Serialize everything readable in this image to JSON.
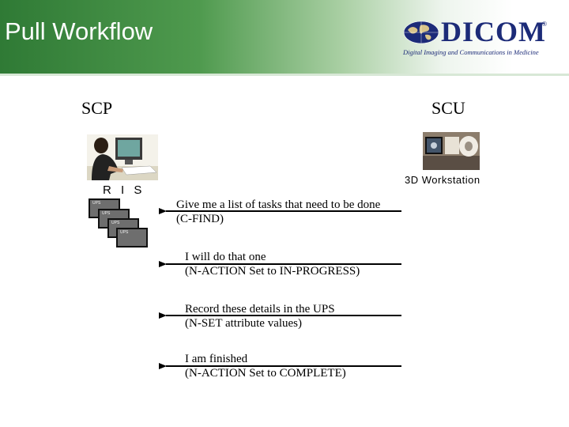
{
  "title": "Pull Workflow",
  "logo": {
    "name": "DICOM",
    "trademark": "®",
    "tagline": "Digital Imaging and Communications in Medicine"
  },
  "roles": {
    "left": "SCP",
    "right": "SCU"
  },
  "labels": {
    "left_system": "R I S",
    "right_system": "3D Workstation"
  },
  "ups_stack": [
    "UPS",
    "UPS",
    "UPS",
    "UPS"
  ],
  "messages": [
    {
      "line1": "Give me a list of tasks that need to be done",
      "line2": "(C-FIND)"
    },
    {
      "line1": "I will do that one",
      "line2": "(N-ACTION Set to IN-PROGRESS)"
    },
    {
      "line1": "Record these details in the UPS",
      "line2": "(N-SET attribute values)"
    },
    {
      "line1": "I am finished",
      "line2": "(N-ACTION Set to COMPLETE)"
    }
  ],
  "colors": {
    "header_green": "#2f7a35",
    "logo_blue": "#1c2b78",
    "ups_box": "#6e6e6e"
  }
}
